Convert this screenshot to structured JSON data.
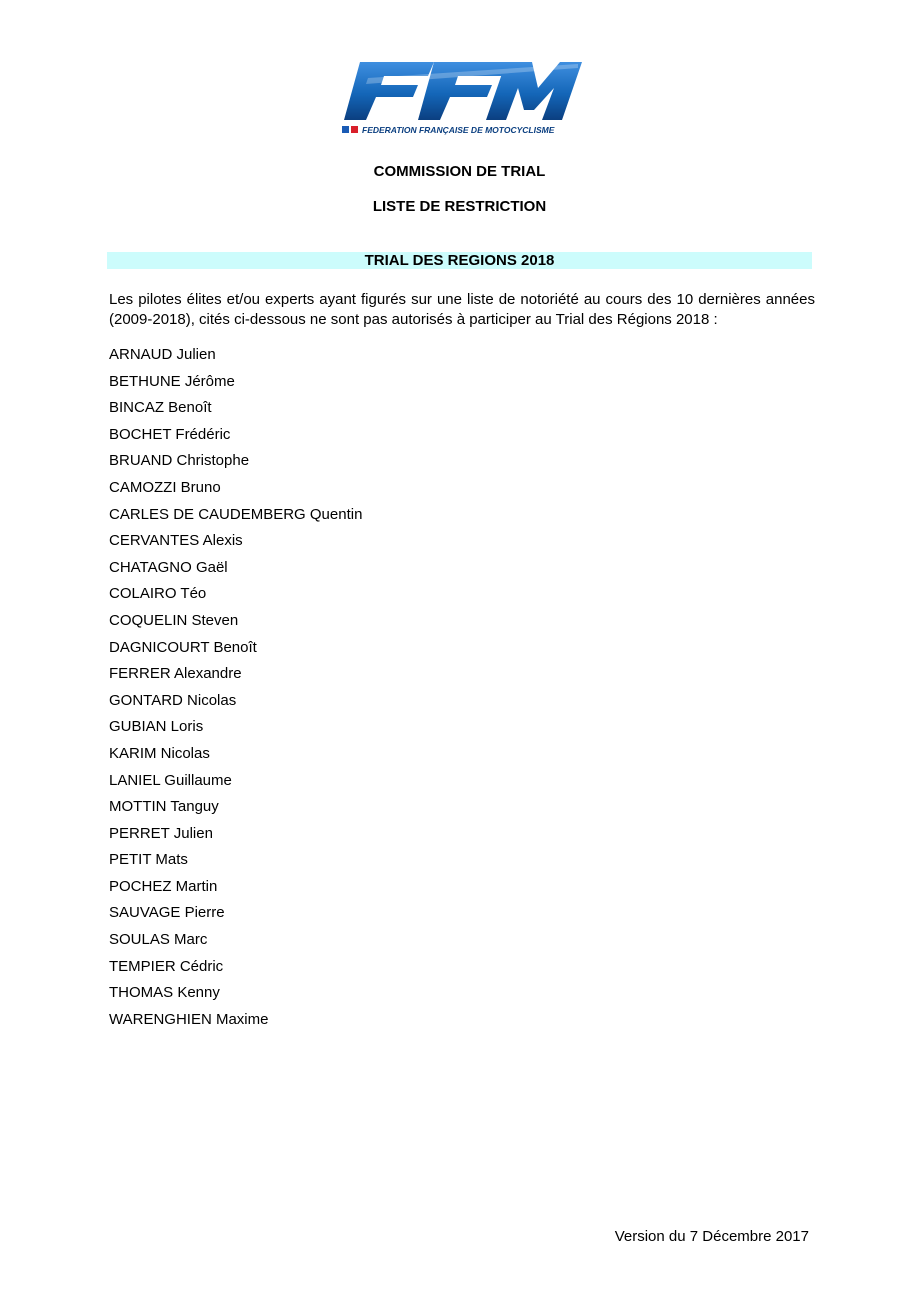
{
  "logo": {
    "letters": "FFM",
    "tagline": "FEDERATION FRANÇAISE DE MOTOCYCLISME",
    "colors": {
      "primary": "#1466b8",
      "dark": "#0b3f80",
      "red": "#d91f2a",
      "blue": "#1a5bb5"
    }
  },
  "header": {
    "line1": "COMMISSION DE TRIAL",
    "line2": "LISTE DE RESTRICTION",
    "band_title": "TRIAL DES REGIONS 2018",
    "band_color": "#ccfcfc"
  },
  "intro": "Les pilotes élites et/ou experts ayant figurés sur une liste de notoriété au cours des 10 dernières années (2009-2018), cités ci-dessous ne sont pas autorisés à participer au Trial des Régions 2018 :",
  "names": [
    "ARNAUD Julien",
    "BETHUNE Jérôme",
    "BINCAZ Benoît",
    "BOCHET Frédéric",
    "BRUAND Christophe",
    "CAMOZZI Bruno",
    "CARLES DE CAUDEMBERG Quentin",
    "CERVANTES Alexis",
    "CHATAGNO Gaël",
    "COLAIRO Téo",
    "COQUELIN Steven",
    "DAGNICOURT Benoît",
    "FERRER Alexandre",
    "GONTARD Nicolas",
    "GUBIAN Loris",
    "KARIM Nicolas",
    "LANIEL Guillaume",
    "MOTTIN Tanguy",
    "PERRET Julien",
    "PETIT Mats",
    "POCHEZ Martin",
    "SAUVAGE Pierre",
    "SOULAS Marc",
    "TEMPIER Cédric",
    "THOMAS Kenny",
    "WARENGHIEN Maxime"
  ],
  "footer": "Version du 7 Décembre 2017"
}
